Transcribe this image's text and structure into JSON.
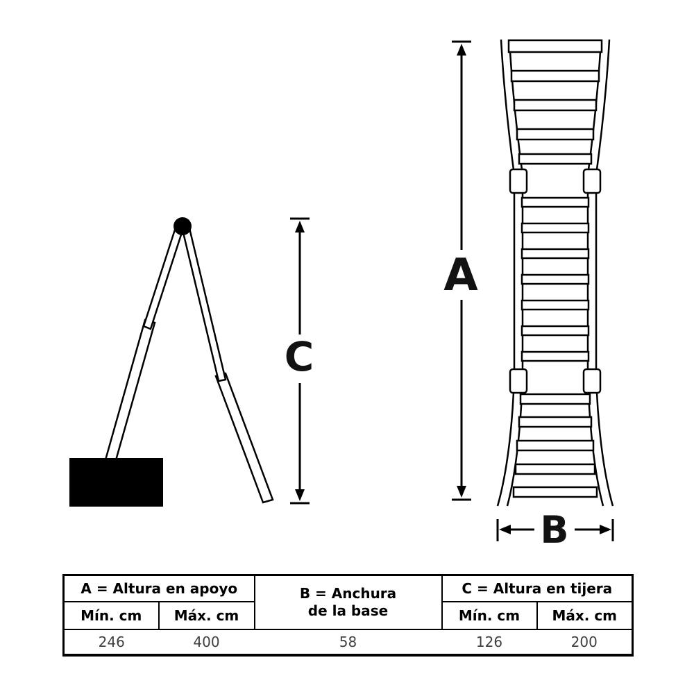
{
  "diagram": {
    "label_a": "A",
    "label_b": "B",
    "label_c": "C"
  },
  "table": {
    "col_a": {
      "title": "A = Altura en apoyo",
      "min_header": "Mín. cm",
      "max_header": "Máx. cm",
      "min_value": "246",
      "max_value": "400"
    },
    "col_b": {
      "title_line1": "B = Anchura",
      "title_line2": "de la base",
      "value": "58"
    },
    "col_c": {
      "title": "C = Altura en tijera",
      "min_header": "Mín. cm",
      "max_header": "Máx. cm",
      "min_value": "126",
      "max_value": "200"
    }
  }
}
